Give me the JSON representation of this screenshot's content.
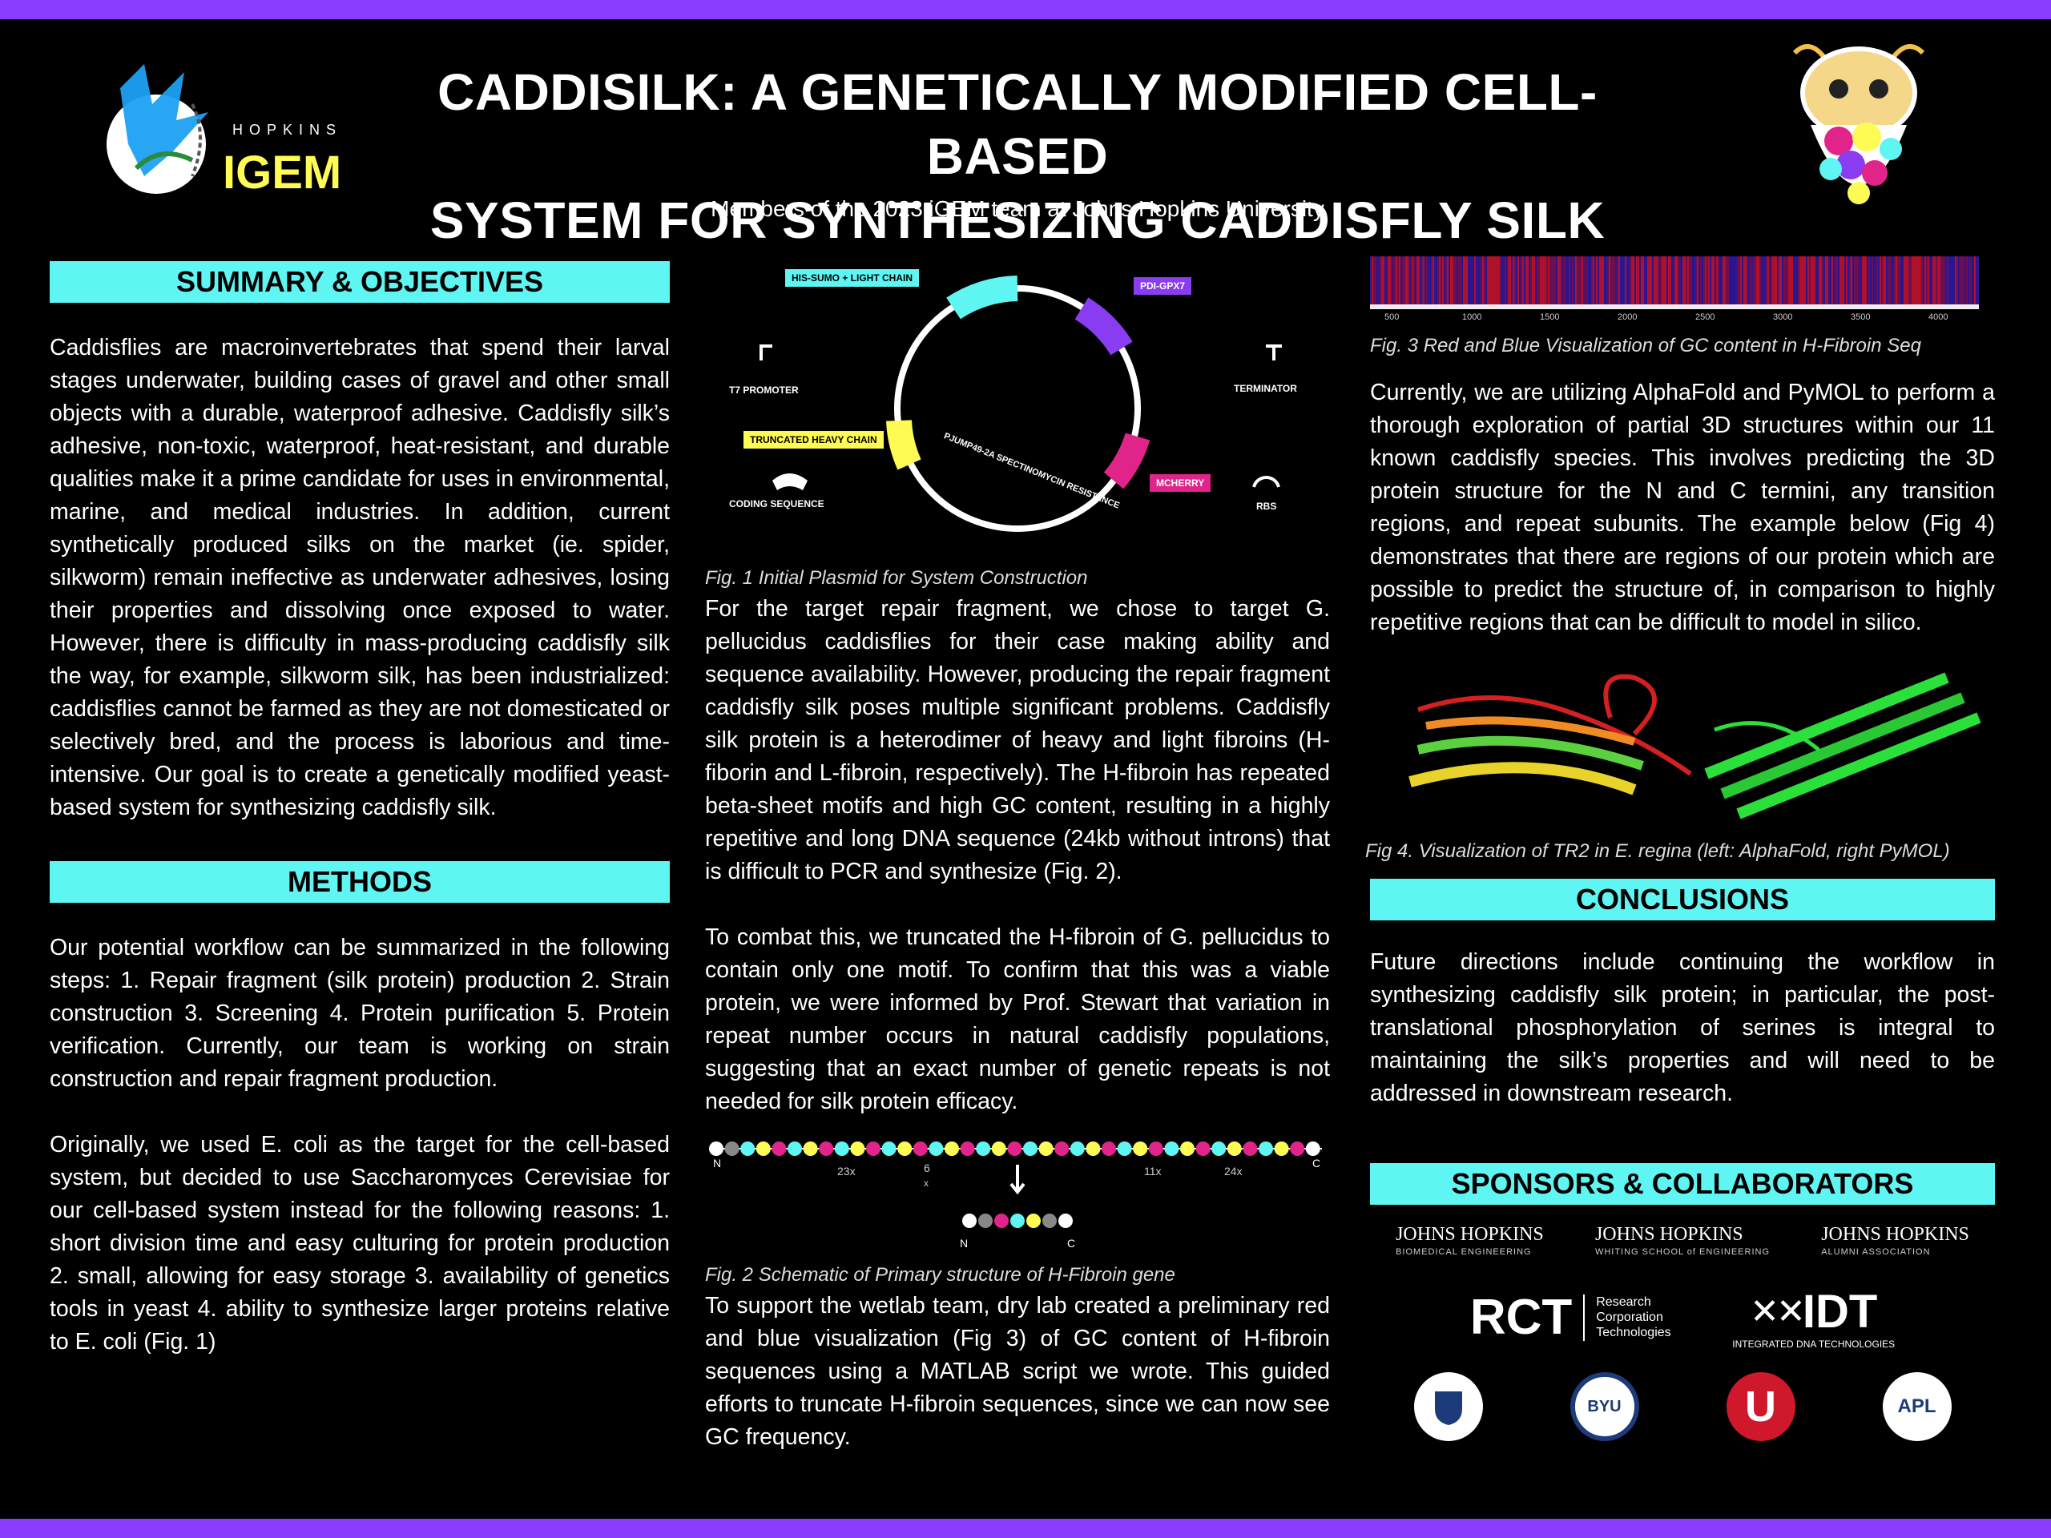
{
  "header": {
    "title_line1": "CADDISILK: A GENETICALLY MODIFIED CELL-BASED",
    "title_line2": "SYSTEM FOR SYNTHESIZING CADDISFLY SILK",
    "subtitle": "Members of the 2023 iGEM team at Johns Hopkins University",
    "logo_small": "HOPKINS",
    "logo_big": "IGEM"
  },
  "summary": {
    "heading": "SUMMARY & OBJECTIVES",
    "text": "Caddisflies are macroinvertebrates that spend their larval stages underwater, building cases of gravel and other small objects with a durable, waterproof adhesive. Caddisfly silk’s adhesive, non-toxic, waterproof, heat-resistant, and durable qualities make it a prime candidate for uses in environmental, marine, and medical industries. In addition, current synthetically produced silks on the market (ie. spider, silkworm) remain ineffective as underwater adhesives, losing their properties and dissolving once exposed to water. However, there is difficulty in mass-producing caddisfly silk the way, for example, silkworm silk, has been industrialized: caddisflies cannot be farmed as they are not domesticated or selectively bred, and the process is laborious and time-intensive. Our goal is to create a genetically modified yeast-based system for synthesizing caddisfly silk."
  },
  "methods": {
    "heading": "METHODS",
    "text1": "Our potential workflow can be summarized in the following steps: 1. Repair fragment (silk protein) production 2. Strain construction 3. Screening 4. Protein purification 5. Protein verification. Currently, our team is working on strain construction and repair fragment production.",
    "text2": "Originally, we used E. coli as the target for the cell-based system, but decided to use Saccharomyces Cerevisiae for our cell-based system instead for the following reasons: 1. short division time and easy culturing for protein production 2. small, allowing for easy storage 3. availability of genetics tools in yeast 4. ability to synthesize larger proteins relative to E. coli (Fig. 1)"
  },
  "fig1": {
    "caption": "Fig. 1 Initial Plasmid for System Construction",
    "labels": {
      "his_sumo": "HIS-SUMO + LIGHT CHAIN",
      "pdi": "PDI-GPX7",
      "t7": "T7 PROMOTER",
      "terminator": "TERMINATOR",
      "heavy": "TRUNCATED HEAVY CHAIN",
      "coding": "CODING SEQUENCE",
      "mcherry": "MCHERRY",
      "rbs": "RBS",
      "backbone": "PJUMP49-2A   SPECTINOMYCIN RESISTANCE"
    }
  },
  "middle": {
    "text1": "For the target repair fragment, we chose to target G. pellucidus caddisflies for their case making ability and sequence availability. However, producing the repair fragment caddisfly silk poses multiple significant problems. Caddisfly silk protein is a heterodimer of heavy and light fibroins (H-fiborin and L-fibroin, respectively). The H-fibroin has repeated beta-sheet motifs and high GC content, resulting in a highly repetitive and long DNA sequence (24kb without introns) that is difficult to PCR and synthesize (Fig. 2).",
    "text2": "To combat this, we truncated the H-fibroin of G. pellucidus to contain only one motif. To confirm that this was a viable protein, we were informed by Prof. Stewart that variation in repeat number occurs in natural caddisfly populations, suggesting that an exact number of genetic repeats is not needed for silk protein efficacy.",
    "text3": "To support the wetlab team, dry lab created a preliminary red and blue visualization (Fig 3) of GC content of H-fibroin sequences using a MATLAB script we wrote. This guided efforts to truncate H-fibroin sequences, since we can now see GC frequency."
  },
  "fig2": {
    "caption": "Fig. 2 Schematic of Primary structure of H-Fibroin gene",
    "n": "N",
    "c": "C",
    "repeats": [
      "23x",
      "6",
      "11x",
      "24x"
    ],
    "x_small": "x"
  },
  "fig3": {
    "caption": "Fig. 3 Red and Blue Visualization of GC content in H-Fibroin Seq",
    "ticks": [
      "500",
      "1000",
      "1500",
      "2000",
      "2500",
      "3000",
      "3500",
      "4000"
    ]
  },
  "right": {
    "text1": "Currently, we are utilizing AlphaFold and PyMOL to perform a thorough exploration of partial 3D structures within our 11 known caddisfly species. This involves predicting the 3D protein structure for the N and C termini, any transition regions, and repeat subunits. The example below (Fig 4) demonstrates that there are regions of our protein which are possible to predict the structure of, in comparison to highly repetitive regions that can be difficult to model in silico."
  },
  "fig4": {
    "caption": "Fig 4. Visualization of TR2 in E. regina (left: AlphaFold, right PyMOL)"
  },
  "conclusions": {
    "heading": "CONCLUSIONS",
    "text": "Future directions include continuing the workflow in synthesizing caddisfly silk protein; in particular, the post-translational phosphorylation of serines is integral to maintaining the silk’s properties and will need to be addressed in downstream research."
  },
  "sponsors": {
    "heading": "SPONSORS & COLLABORATORS",
    "jh1": "JOHNS HOPKINS",
    "jh1_sub": "BIOMEDICAL ENGINEERING",
    "jh2": "JOHNS HOPKINS",
    "jh2_sub": "WHITING SCHOOL of ENGINEERING",
    "jh3": "JOHNS HOPKINS",
    "jh3_sub": "ALUMNI ASSOCIATION",
    "rct": "RCT",
    "rct_sub": "Research Corporation Technologies",
    "idt": "IDT",
    "idt_sub": "INTEGRATED DNA TECHNOLOGIES",
    "seal_byu": "BYU",
    "seal_u": "U",
    "seal_apl": "APL"
  },
  "colors": {
    "accent": "#8b3dff",
    "heading_bg": "#5ff5f3",
    "yellow": "#fffb55",
    "magenta": "#e0248a",
    "purple": "#8a3df0",
    "cyan": "#5ff5f3"
  }
}
